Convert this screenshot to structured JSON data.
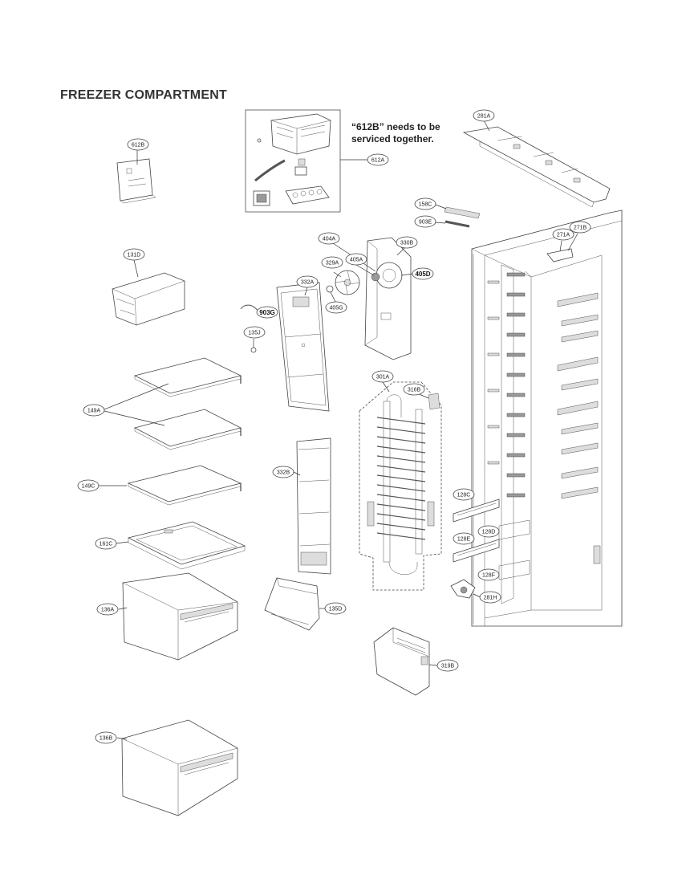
{
  "page": {
    "title": "FREEZER COMPARTMENT",
    "note_line1": "“612B” needs to be",
    "note_line2": "serviced together."
  },
  "part_labels": {
    "p612B": "612B",
    "p612A": "612A",
    "p281A": "281A",
    "p158C": "158C",
    "p903E": "903E",
    "p271A": "271A",
    "p271B": "271B",
    "p404A": "404A",
    "p405A": "405A",
    "p330B": "330B",
    "p329A": "329A",
    "p405D": "405D",
    "p131D": "131D",
    "p332A": "332A",
    "p903G": "903G",
    "p405G": "405G",
    "p135J": "135J",
    "p301A": "301A",
    "p316B": "316B",
    "p149A": "149A",
    "p149C": "149C",
    "p332B": "332B",
    "p128C": "128C",
    "p128D": "128D",
    "p128E": "128E",
    "p128F": "128F",
    "p161C": "161C",
    "p281H": "281H",
    "p136A": "136A",
    "p135D": "135D",
    "p319B": "319B",
    "p136B": "136B"
  }
}
